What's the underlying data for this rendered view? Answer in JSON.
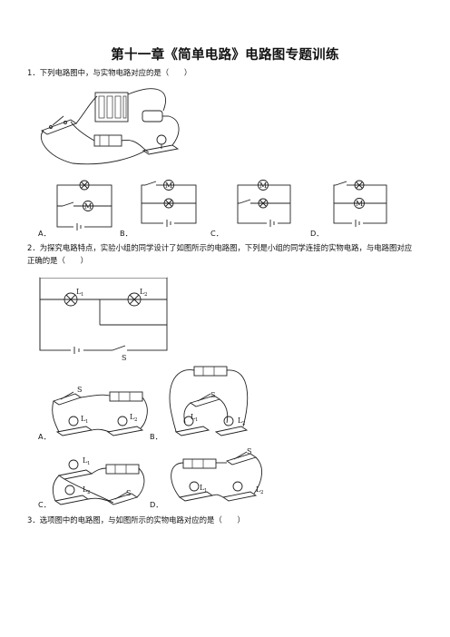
{
  "title": "第十一章《简单电路》电路图专题训练",
  "q1": {
    "text": "1．下列电路图中，与实物电路对应的是（　　）",
    "options": [
      "A．",
      "B．",
      "C．",
      "D．"
    ],
    "motor_label": "M"
  },
  "q2": {
    "text": "2．为探究电路特点，实验小组的同学设计了如图所示的电路图，下列是小组的同学连接的实物电路，与电路图对应正确的是（　　）",
    "options": [
      "A．",
      "B．",
      "C．",
      "D．"
    ],
    "lamp1": "L",
    "lamp2": "L",
    "sub1": "1",
    "sub2": "2",
    "switch": "S"
  },
  "q3": {
    "text": "3．选项图中的电路图，与如图所示的实物电路对应的是（　　）"
  }
}
